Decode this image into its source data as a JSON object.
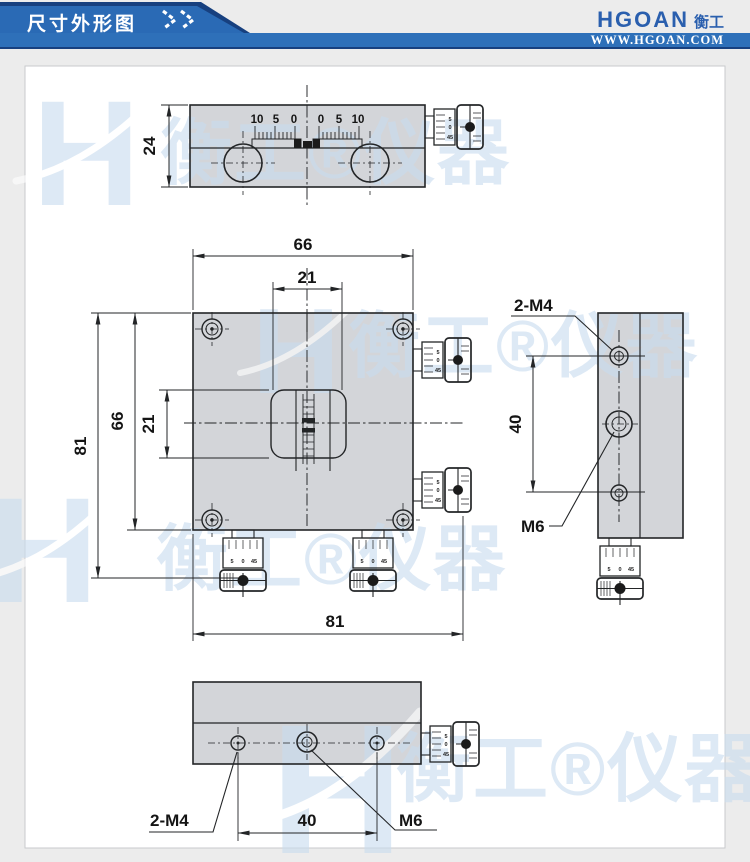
{
  "header": {
    "title": "尺寸外形图",
    "brand": {
      "logo": "HGOAN",
      "logo_cn": "衡工",
      "website": "WWW.HGOAN.COM"
    }
  },
  "watermark": {
    "h": "H",
    "text": "衡工®仪器"
  },
  "colors": {
    "header_blue": "#2a6ab5",
    "header_navy": "#17407f",
    "logo_blue": "#2a5fae",
    "plate_gray": "#d3d5d9",
    "line": "#232527",
    "watermark_blue": "#c9dcef"
  },
  "drawing": {
    "top_view": {
      "dim_height": "24",
      "scale_labels": [
        "10",
        "5",
        "0",
        "0",
        "5",
        "10"
      ]
    },
    "front_view": {
      "dim_width": "66",
      "dim_carriage_width": "21",
      "dim_height": "66",
      "dim_carriage_height": "21",
      "dim_total_height": "81",
      "dim_total_width": "81"
    },
    "side_view": {
      "label_corner_holes": "2-M4",
      "dim_hole_spacing": "40",
      "label_center_hole": "M6"
    },
    "bottom_view": {
      "label_corner_holes": "2-M4",
      "dim_hole_spacing": "40",
      "label_center_hole": "M6"
    },
    "micrometer_scale": [
      "5",
      "0",
      "45"
    ]
  }
}
